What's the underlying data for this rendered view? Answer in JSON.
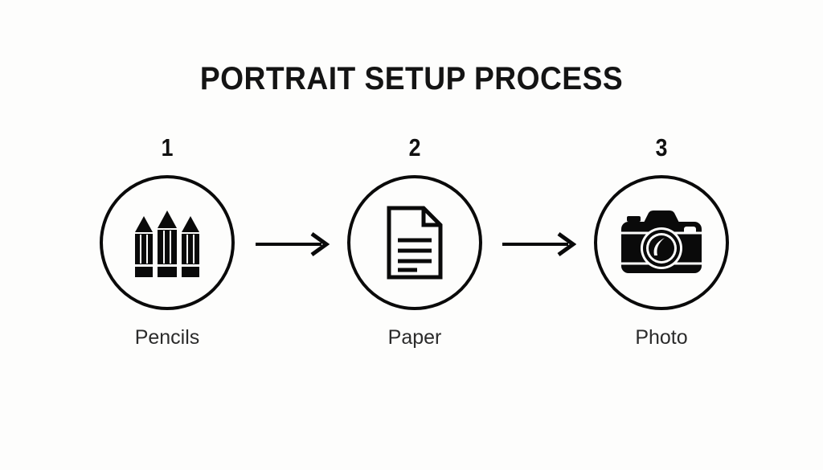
{
  "title": "PORTRAIT SETUP PROCESS",
  "background_color": "#fdfdfc",
  "ink_color": "#0a0a0a",
  "label_color": "#2b2b2b",
  "steps": [
    {
      "number": "1",
      "label": "Pencils",
      "icon": "pencils-icon"
    },
    {
      "number": "2",
      "label": "Paper",
      "icon": "document-icon"
    },
    {
      "number": "3",
      "label": "Photo",
      "icon": "camera-icon"
    }
  ],
  "connectors": [
    {
      "name": "arrow-right-icon",
      "from": "1",
      "to": "2"
    },
    {
      "name": "arrow-right-icon",
      "from": "2",
      "to": "3"
    }
  ],
  "chart_data": {
    "type": "table",
    "title": "PORTRAIT SETUP PROCESS",
    "categories": [
      "1",
      "2",
      "3"
    ],
    "values": [
      "Pencils",
      "Paper",
      "Photo"
    ],
    "xlabel": "",
    "ylabel": ""
  }
}
